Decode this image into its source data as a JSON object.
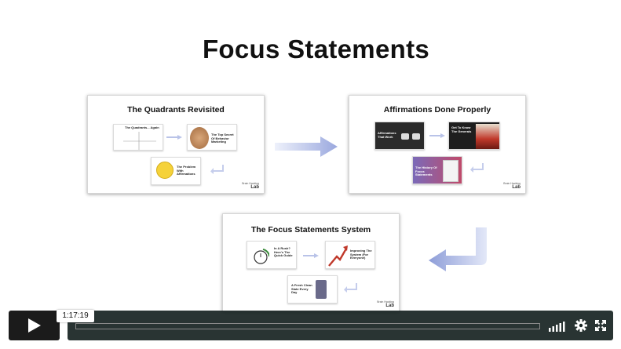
{
  "slide": {
    "title": "Focus Statements",
    "thumbnails": [
      {
        "title": "The Quadrants Revisited",
        "cards": [
          {
            "label": "The Quadrants... Again"
          },
          {
            "label": "The Top Secret Of Behavior Marketing"
          },
          {
            "label": "The Problem With Affirmations"
          }
        ],
        "brand_small": "Brain Hacking",
        "brand_big": "Lab"
      },
      {
        "title": "Affirmations Done Properly",
        "cards": [
          {
            "label": "Affirmations That Work"
          },
          {
            "label": "Get To Know The Generals"
          },
          {
            "label": "The History Of Focus Statements"
          }
        ],
        "brand_small": "Brain Hacking",
        "brand_big": "Lab"
      },
      {
        "title": "The Focus Statements System",
        "cards": [
          {
            "label": "In A Rush? Here's The Quick Guide"
          },
          {
            "label": "Improving The System (For Everyone)"
          },
          {
            "label": "A Fresh Clean Slate Every Day"
          }
        ],
        "brand_small": "Brain Hacking",
        "brand_big": "Lab"
      }
    ]
  },
  "player": {
    "timestamp": "1:17:19",
    "controls": {
      "play": "play-icon",
      "volume": "volume-bars-icon",
      "settings": "gear-icon",
      "fullscreen": "fullscreen-icon"
    },
    "accent_color": "#1b1b1b",
    "bar_color": "#172322"
  }
}
